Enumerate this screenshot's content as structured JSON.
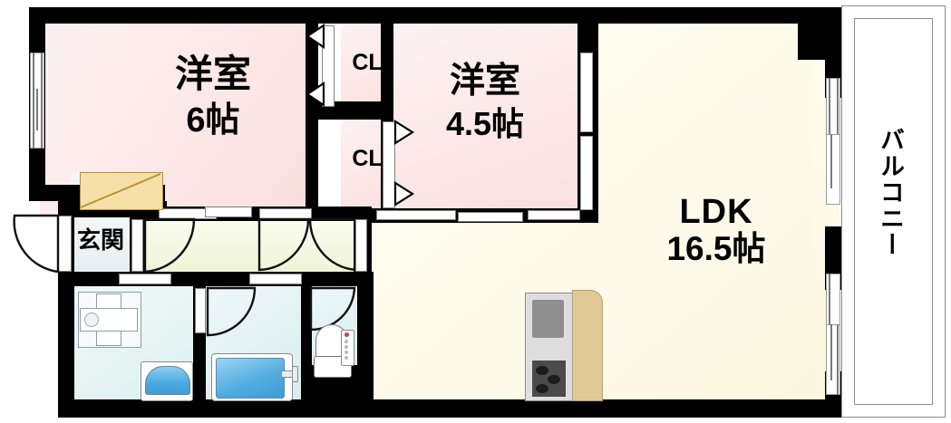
{
  "plan": {
    "type": "japanese-apartment-floorplan",
    "layout_code": "2LDK",
    "rooms": [
      {
        "id": "washitsu-6",
        "name": "洋室",
        "size": "6帖",
        "label": "洋室\n6帖",
        "fill": "#fdecec"
      },
      {
        "id": "washitsu-45",
        "name": "洋室",
        "size": "4.5帖",
        "label": "洋室\n4.5帖",
        "fill": "#fbe0e0"
      },
      {
        "id": "ldk",
        "name": "LDK",
        "size": "16.5帖",
        "label": "LDK\n16.5帖",
        "fill": "#fdf9e7"
      },
      {
        "id": "genkan",
        "name": "玄関",
        "size": "",
        "label": "玄関",
        "fill": "#eef2f5"
      },
      {
        "id": "balcony",
        "name": "バルコニー",
        "size": "",
        "label": "バルコニー",
        "fill": "#ffffff"
      }
    ],
    "closets": [
      {
        "id": "cl-top",
        "label": "CL"
      },
      {
        "id": "cl-bottom",
        "label": "CL"
      }
    ],
    "labels": {
      "room_1": "洋室",
      "room_1_size": "6帖",
      "room_2": "洋室",
      "room_2_size": "4.5帖",
      "ldk": "LDK",
      "ldk_size": "16.5帖",
      "closet_1": "CL",
      "closet_2": "CL",
      "entrance": "玄関",
      "balcony": "バルコニー"
    },
    "colors": {
      "wall": "#000000",
      "bedroom": "#fdecec",
      "ldk": "#fdf9e7",
      "corridor": "#eff4d8",
      "water_area": "#ddeeee",
      "entry": "#eef2f5",
      "counter": "#e0c996",
      "shoebox": "#f7dfa8",
      "fixture_blue": "#4aa8de",
      "toilet_indicator": "#e0344d",
      "background": "#ffffff"
    },
    "fixtures": [
      {
        "id": "washing-machine",
        "area": "washroom"
      },
      {
        "id": "vanity-sink",
        "area": "washroom"
      },
      {
        "id": "bathtub",
        "area": "bathroom"
      },
      {
        "id": "toilet",
        "area": "toilet"
      },
      {
        "id": "kitchen-sink",
        "area": "ldk"
      },
      {
        "id": "gas-stove-3burner",
        "area": "ldk"
      },
      {
        "id": "kitchen-counter",
        "area": "ldk"
      },
      {
        "id": "shoe-cabinet",
        "area": "genkan"
      }
    ]
  }
}
